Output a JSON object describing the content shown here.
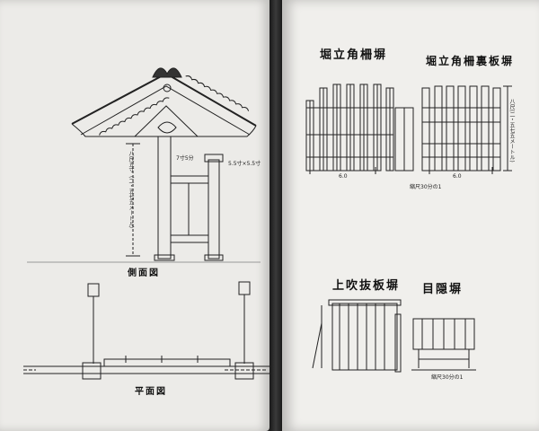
{
  "left_page": {
    "side_view_title": "側面図",
    "plan_view_title": "平面図",
    "dim_post": "7寸5分",
    "dim_small_post": "5.5寸×5.5寸",
    "dim_height_vertical": "八尺五寸（二・五七五メートル）"
  },
  "right_page": {
    "fence1_title": "堀立角柵塀",
    "fence2_title": "堀立角柵裏板塀",
    "fence1_width": "6.0",
    "fence2_width": "6.0",
    "scale_note_top": "縮尺30分の1",
    "fence3_title": "上吹抜板塀",
    "fence4_title": "目隠塀",
    "scale_note_bottom": "縮尺30分の1",
    "fence2_side_label": "八尺(二・五七五メートル)"
  }
}
